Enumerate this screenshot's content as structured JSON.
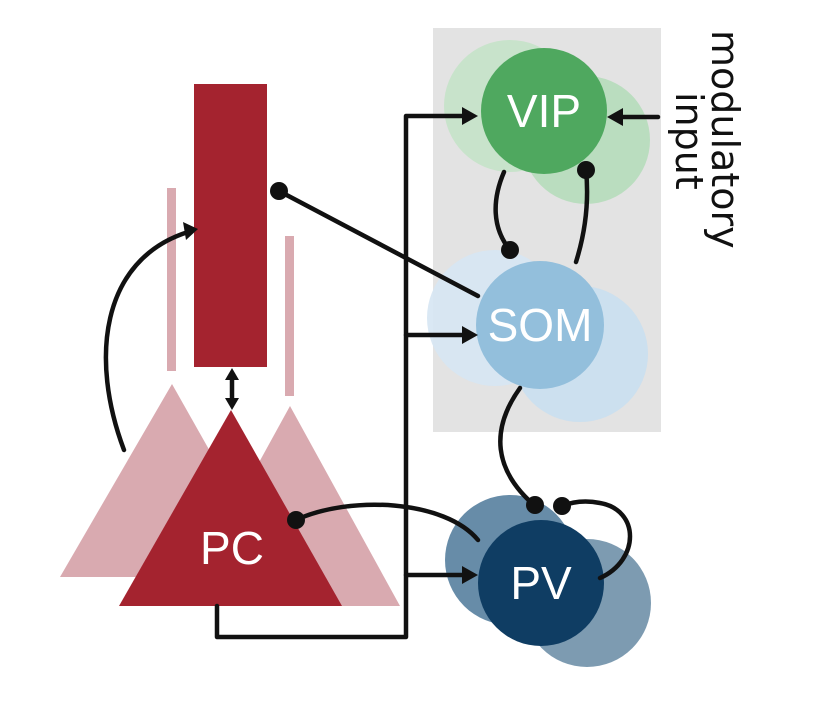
{
  "nodes": {
    "vip": {
      "label": "VIP",
      "color": "#4fa85f",
      "shadow_color": "#b3dcb8"
    },
    "som": {
      "label": "SOM",
      "color": "#93bfdc",
      "shadow_color": "#c9dff0"
    },
    "pv": {
      "label": "PV",
      "color": "#0f3d63",
      "shadow_color": "#57809e"
    },
    "pc": {
      "label": "PC",
      "color": "#a4232f",
      "shadow_color": "#d9aab0"
    }
  },
  "modulatory_input": {
    "line1": "modulatory",
    "line2": "input"
  },
  "colors": {
    "panel": "#e3e3e3",
    "wire": "#111111"
  }
}
